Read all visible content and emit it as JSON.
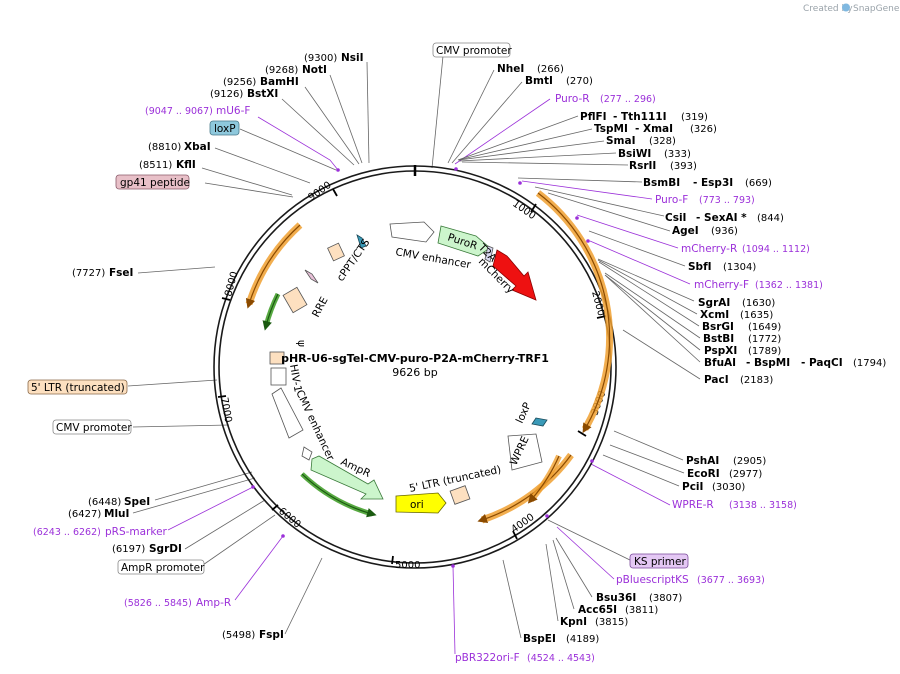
{
  "credit": {
    "text": "Created by",
    "brand": "SnapGene"
  },
  "map": {
    "name": "pHR-U6-sgTel-CMV-puro-P2A-mCherry-TRF1",
    "size": "9626 bp"
  },
  "ticks": [
    "1000",
    "2000",
    "3000",
    "4000",
    "5000",
    "6000",
    "7000",
    "8000",
    "9000"
  ],
  "enzymes_right": [
    {
      "name": "NheI",
      "pos": "(266)"
    },
    {
      "name": "BmtI",
      "pos": "(270)"
    },
    {
      "name": "PflFI",
      "extra": "- Tth111I",
      "pos": "(319)"
    },
    {
      "name": "TspMI",
      "extra": "- XmaI",
      "pos": "(326)"
    },
    {
      "name": "SmaI",
      "pos": "(328)"
    },
    {
      "name": "BsiWI",
      "pos": "(333)"
    },
    {
      "name": "RsrII",
      "pos": "(393)"
    },
    {
      "name": "BsmBI",
      "extra": "- Esp3I",
      "pos": "(669)"
    },
    {
      "name": "CsiI",
      "extra": "- SexAI *",
      "pos": "(844)"
    },
    {
      "name": "AgeI",
      "pos": "(936)"
    },
    {
      "name": "SbfI",
      "pos": "(1304)"
    },
    {
      "name": "SgrAI",
      "pos": "(1630)"
    },
    {
      "name": "XcmI",
      "pos": "(1635)"
    },
    {
      "name": "BsrGI",
      "pos": "(1649)"
    },
    {
      "name": "BstBI",
      "pos": "(1772)"
    },
    {
      "name": "PspXI",
      "pos": "(1789)"
    },
    {
      "name": "BfuAI",
      "extra": "- BspMI",
      "extra2": "- PaqCI",
      "pos": "(1794)"
    },
    {
      "name": "PacI",
      "pos": "(2183)"
    },
    {
      "name": "PshAI",
      "pos": "(2905)"
    },
    {
      "name": "EcoRI",
      "pos": "(2977)"
    },
    {
      "name": "PciI",
      "pos": "(3030)"
    },
    {
      "name": "Bsu36I",
      "pos": "(3807)"
    },
    {
      "name": "Acc65I",
      "pos": "(3811)"
    },
    {
      "name": "KpnI",
      "pos": "(3815)"
    },
    {
      "name": "BspEI",
      "pos": "(4189)"
    }
  ],
  "enzymes_left": [
    {
      "name": "NsiI",
      "pos": "(9300)"
    },
    {
      "name": "NotI",
      "pos": "(9268)"
    },
    {
      "name": "BamHI",
      "pos": "(9256)"
    },
    {
      "name": "BstXI",
      "pos": "(9126)"
    },
    {
      "name": "XbaI",
      "pos": "(8810)"
    },
    {
      "name": "KflI",
      "pos": "(8511)"
    },
    {
      "name": "FseI",
      "pos": "(7727)"
    },
    {
      "name": "SpeI",
      "pos": "(6448)"
    },
    {
      "name": "MluI",
      "pos": "(6427)"
    },
    {
      "name": "SgrDI",
      "pos": "(6197)"
    },
    {
      "name": "FspI",
      "pos": "(5498)"
    }
  ],
  "primers": [
    {
      "name": "Puro-R",
      "range": "(277 .. 296)"
    },
    {
      "name": "Puro-F",
      "range": "(773 .. 793)"
    },
    {
      "name": "mCherry-R",
      "range": "(1094 .. 1112)"
    },
    {
      "name": "mCherry-F",
      "range": "(1362 .. 1381)"
    },
    {
      "name": "WPRE-R",
      "range": "(3138 .. 3158)"
    },
    {
      "name": "pBluescriptKS",
      "range": "(3677 .. 3693)"
    },
    {
      "name": "pBR322ori-F",
      "range": "(4524 .. 4543)"
    },
    {
      "name": "Amp-R",
      "range": "(5826 .. 5845)"
    },
    {
      "name": "pRS-marker",
      "range": "(6243 .. 6262)"
    },
    {
      "name": "mU6-F",
      "range": "(9047 .. 9067)"
    }
  ],
  "boxed_labels": [
    {
      "text": "CMV promoter"
    },
    {
      "text": "loxP"
    },
    {
      "text": "gp41 peptide"
    },
    {
      "text": "5' LTR (truncated)"
    },
    {
      "text": "CMV promoter"
    },
    {
      "text": "AmpR promoter"
    },
    {
      "text": "KS primer"
    }
  ],
  "inner_features": {
    "cmv_enhancer_top": "CMV enhancer",
    "puror": "PuroR",
    "t2a": "T2A",
    "mcherry": "mCherry",
    "cppt": "cPPT/CTS",
    "rre": "RRE",
    "psi": "ψ",
    "hiv": "HIV-1",
    "cmv_enhancer_left": "CMV enhancer",
    "ampr": "AmpR",
    "ori": "ori",
    "ltr": "5' LTR (truncated)",
    "wpre": "WPRE",
    "loxp": "loxP"
  },
  "colors": {
    "backbone": "#1a1a1a",
    "orange_arc": "#f0a030",
    "green_arc": "#3a9a20",
    "puror": "#ccf5cc",
    "mcherry": "#ee1111",
    "ampr": "#ccf5cc",
    "ori": "#ffff00",
    "ltr": "#fde0c0",
    "primer": "#9b30d9",
    "loxp_box": "#8ec8dc",
    "gp41_box": "#e8c0c8",
    "ks_box": "#e4c8f4"
  }
}
